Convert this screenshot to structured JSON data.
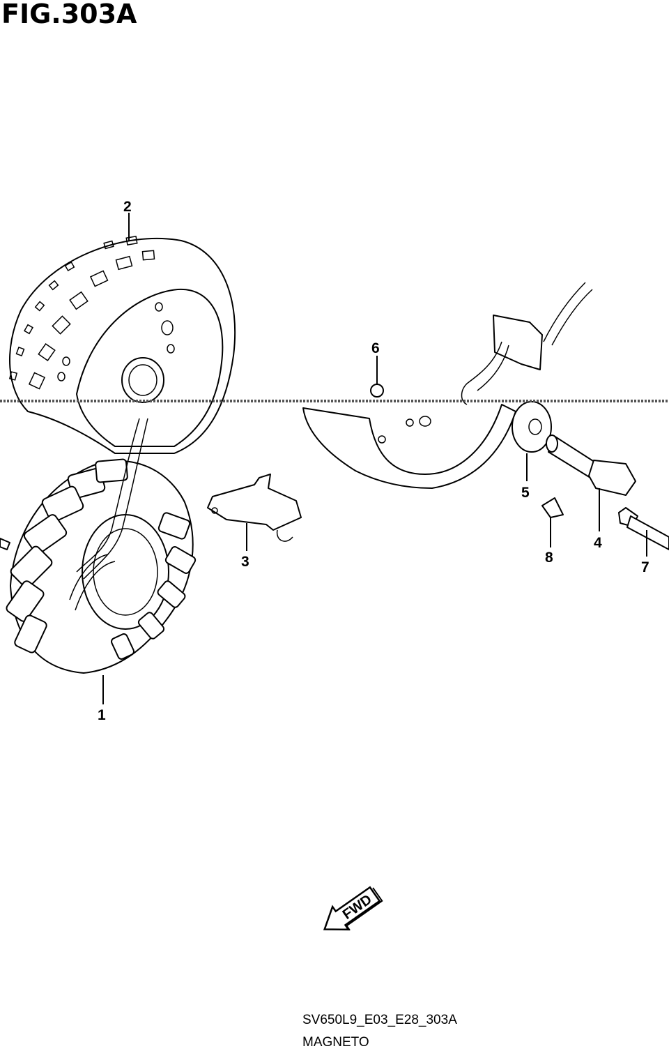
{
  "figure": {
    "title": "FIG.303A"
  },
  "callouts": [
    {
      "id": "1",
      "label": "1"
    },
    {
      "id": "2",
      "label": "2"
    },
    {
      "id": "3",
      "label": "3"
    },
    {
      "id": "4",
      "label": "4"
    },
    {
      "id": "5",
      "label": "5"
    },
    {
      "id": "6",
      "label": "6"
    },
    {
      "id": "7",
      "label": "7"
    },
    {
      "id": "8",
      "label": "8"
    }
  ],
  "fwd": {
    "label": "FWD"
  },
  "footer": {
    "code": "SV650L9_E03_E28_303A",
    "caption": "MAGNETO"
  }
}
